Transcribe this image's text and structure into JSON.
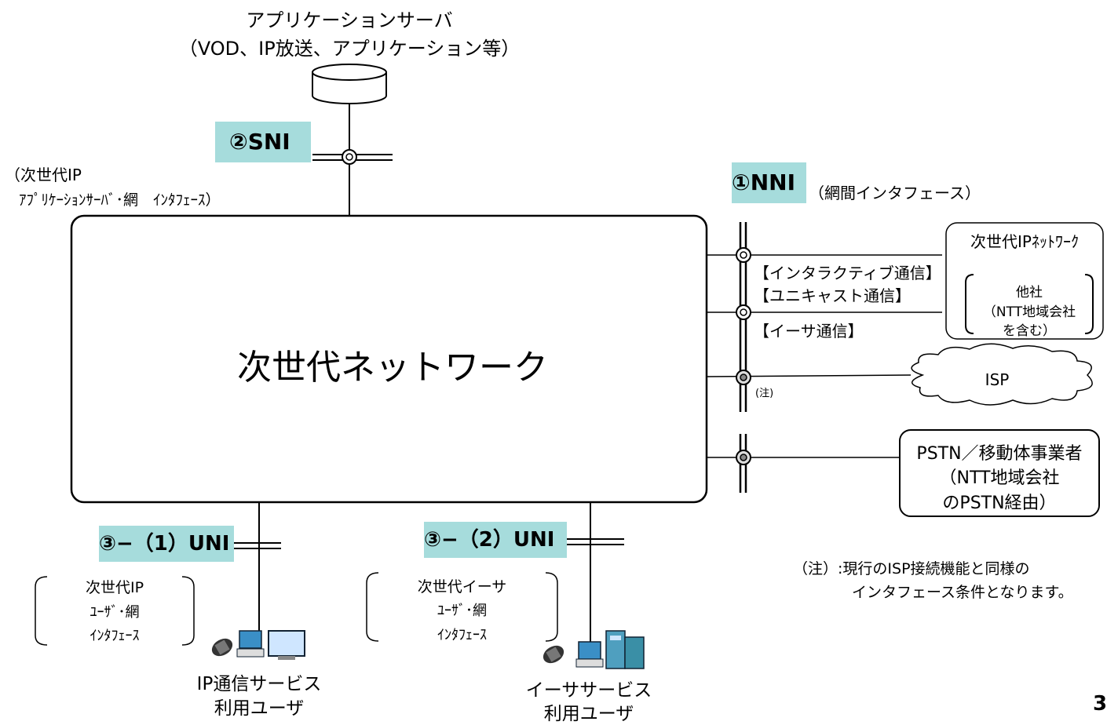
{
  "app_server": {
    "title": "アプリケーションサーバ",
    "subtitle": "（VOD、IP放送、アプリケーション等）"
  },
  "sni": {
    "label": "②SNI",
    "desc_line1": "（次世代IP",
    "desc_line2": "ｱﾌﾟﾘｹｰｼｮﾝｻｰﾊﾞ･網　ｲﾝﾀﾌｪｰｽ）"
  },
  "nni": {
    "label": "①NNI",
    "desc": "（網間インタフェース）"
  },
  "network": {
    "label": "次世代ネットワーク"
  },
  "comm": {
    "interactive": "【インタラクティブ通信】",
    "unicast": "【ユニキャスト通信】",
    "ethernet": "【イーサ通信】",
    "note_mark": "(注)"
  },
  "other_network": {
    "title": "次世代IPﾈｯﾄﾜｰｸ",
    "line1": "他社",
    "line2": "（NTT地域会社",
    "line3": "を含む）"
  },
  "isp": {
    "label": "ISP"
  },
  "pstn": {
    "line1": "PSTN／移動体事業者",
    "line2": "（NTT地域会社",
    "line3": "のPSTN経由）"
  },
  "uni1": {
    "label": "③−（1）UNI",
    "desc_line1": "次世代IP",
    "desc_line2": "ﾕｰｻﾞ･網",
    "desc_line3": "ｲﾝﾀﾌｪｰｽ",
    "user_line1": "IP通信サービス",
    "user_line2": "利用ユーザ"
  },
  "uni2": {
    "label": "③−（2）UNI",
    "desc_line1": "次世代イーサ",
    "desc_line2": "ﾕｰｻﾞ･網",
    "desc_line3": "ｲﾝﾀﾌｪｰｽ",
    "user_line1": "イーササービス",
    "user_line2": "利用ユーザ"
  },
  "note": {
    "line1": "（注）:現行のISP接続機能と同様の",
    "line2": "インタフェース条件となります。"
  },
  "page_number": "3",
  "colors": {
    "highlight": "#a6dcdc",
    "line": "#000000",
    "server_box": "#ffffff",
    "equipment": "#3a8fc6"
  }
}
